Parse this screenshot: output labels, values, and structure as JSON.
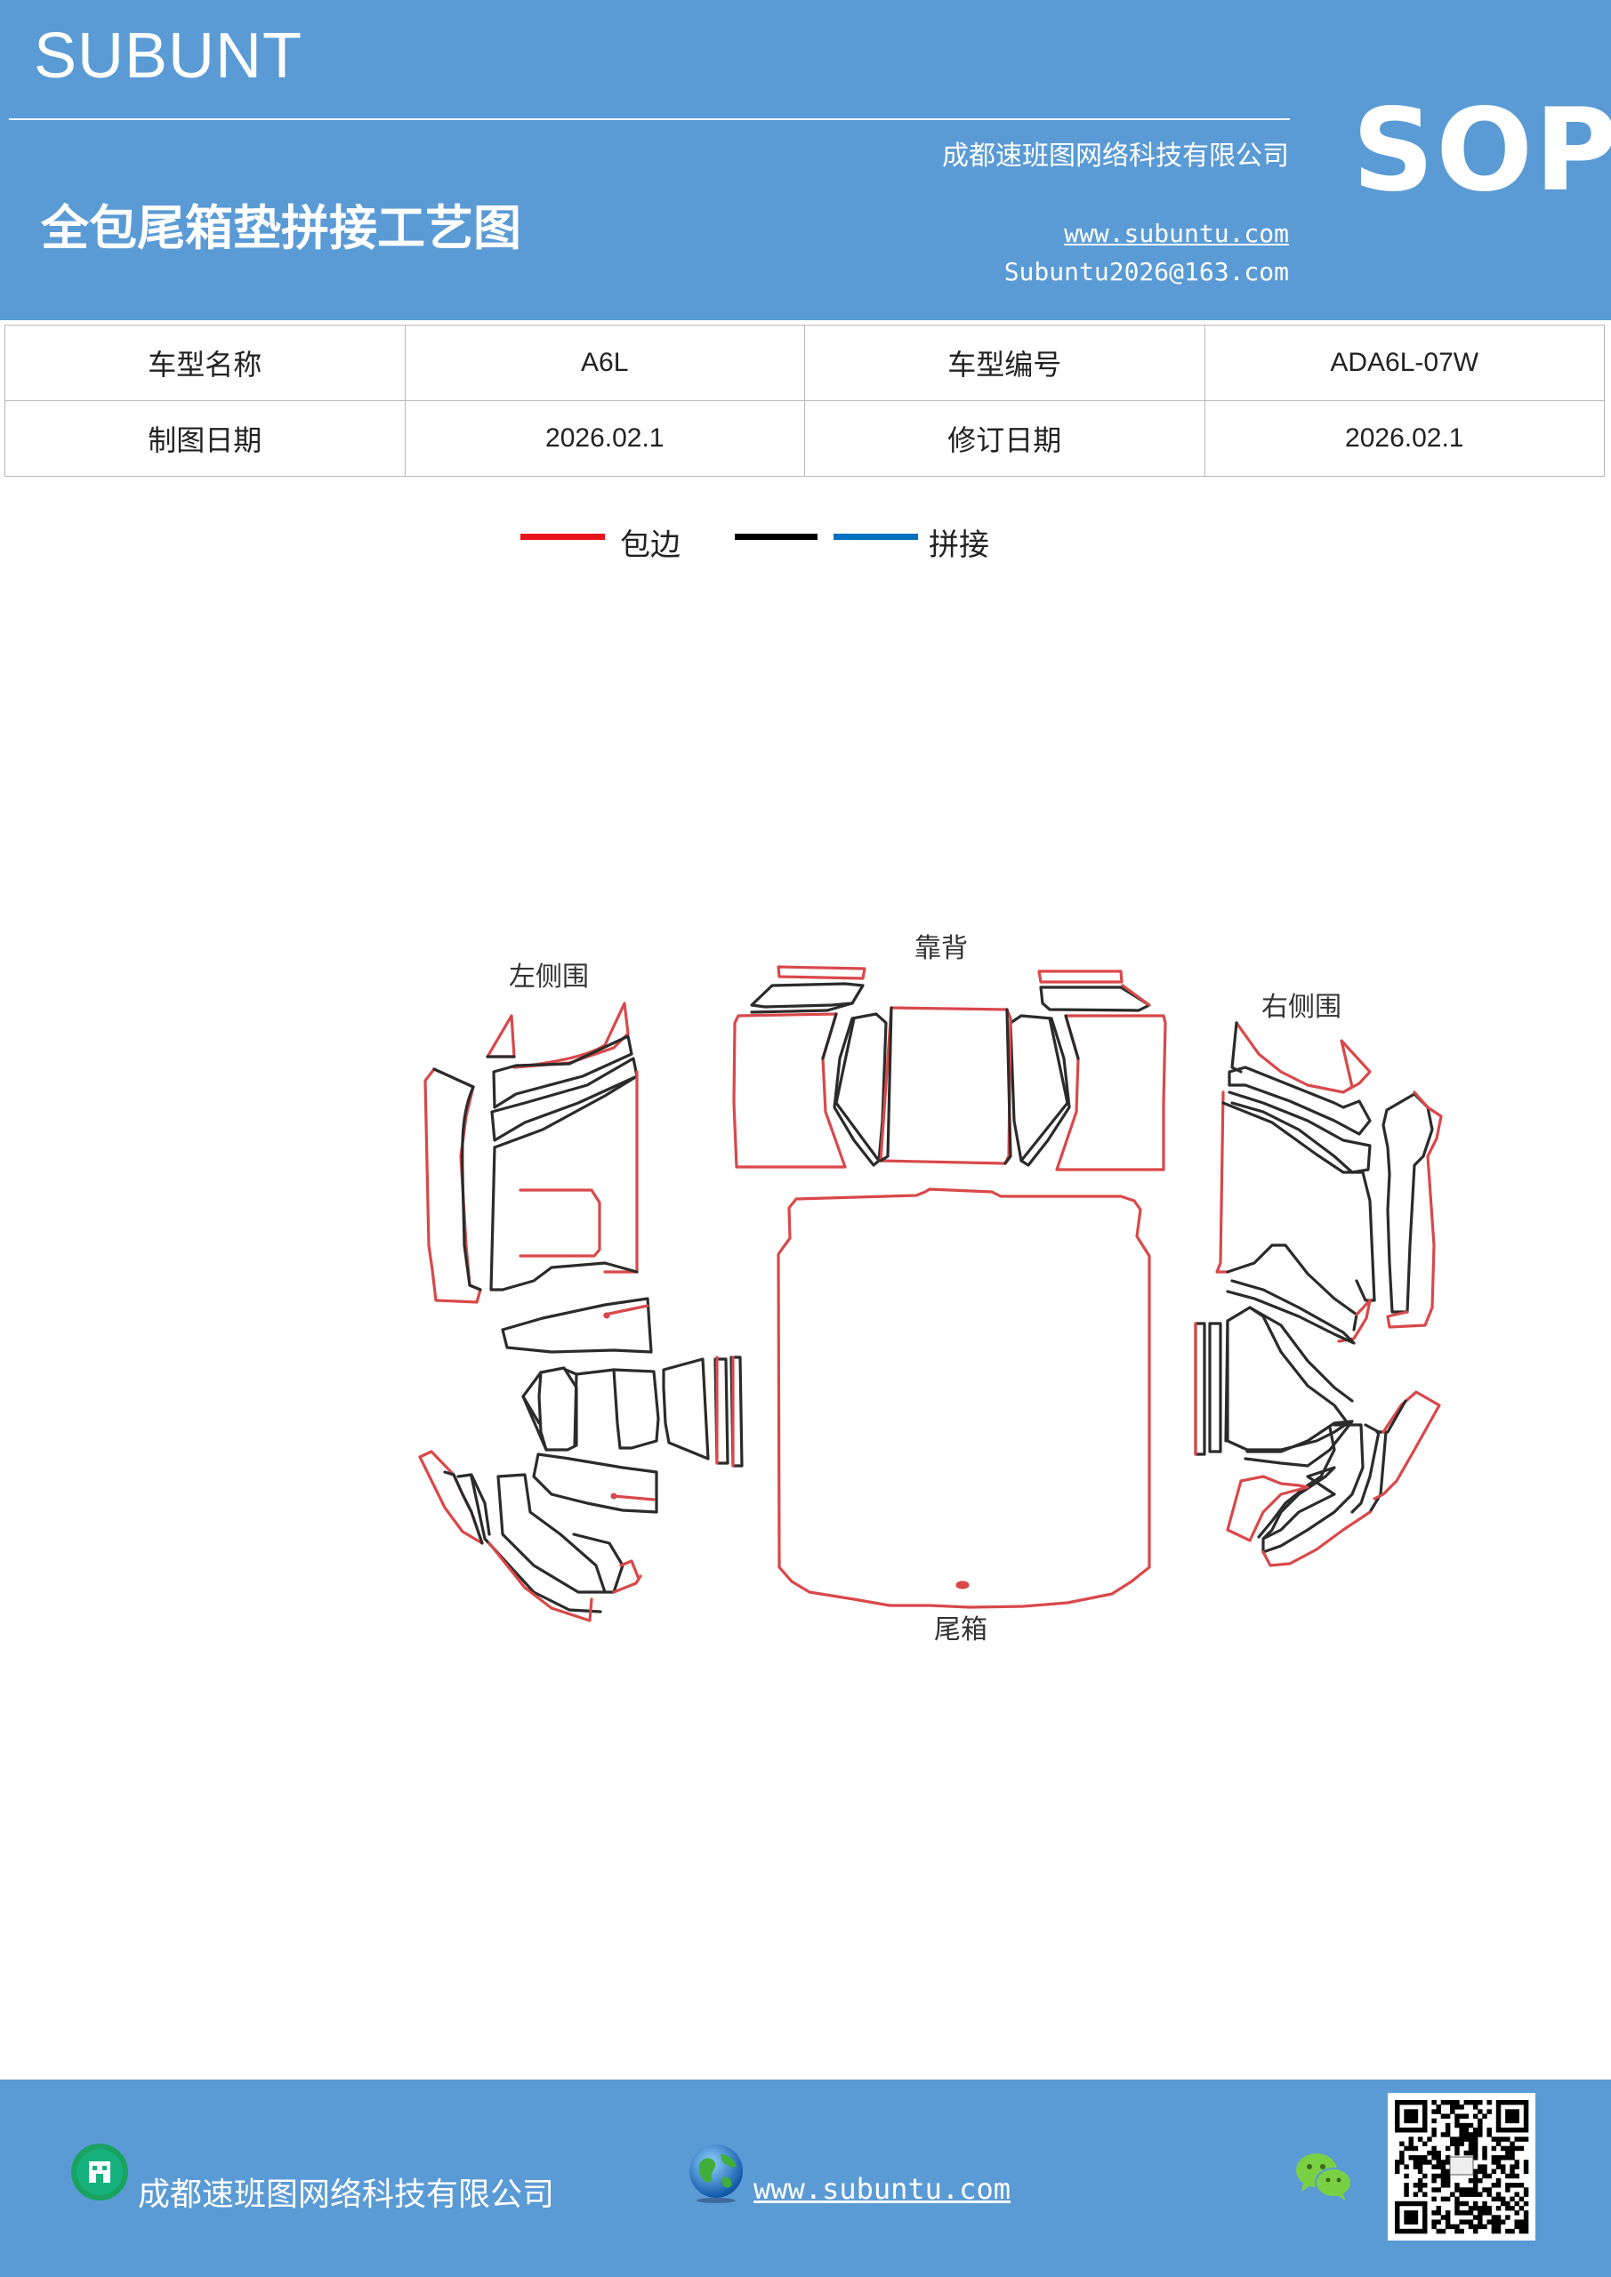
{
  "header": {
    "brand": "SUBUNT",
    "company": "成都速班图网络科技有限公司",
    "title": "全包尾箱垫拼接工艺图",
    "website": "www.subuntu.com",
    "email": "Subuntu2026@163.com",
    "badge": "SOP",
    "bg_color": "#5b9bd5"
  },
  "info_table": {
    "rows": [
      [
        "车型名称",
        "A6L",
        "车型编号",
        "ADA6L-07W"
      ],
      [
        "制图日期",
        "2026.02.1",
        "修订日期",
        "2026.02.1"
      ]
    ]
  },
  "legend": {
    "items": [
      {
        "label": "包边",
        "color": "#e8141b"
      },
      {
        "label": "",
        "color": "#000000"
      },
      {
        "label": "拼接",
        "color": "#0070c0"
      }
    ]
  },
  "diagram": {
    "labels": {
      "left_side": "左侧围",
      "backrest": "靠背",
      "right_side": "右侧围",
      "trunk": "尾箱"
    },
    "edge_color": "#d9484a",
    "seam_color": "#2b2b2b"
  },
  "footer": {
    "company": "成都速班图网络科技有限公司",
    "website": "www.subuntu.com",
    "icons": [
      "building-icon",
      "globe-icon",
      "wechat-icon",
      "qr-code"
    ]
  }
}
